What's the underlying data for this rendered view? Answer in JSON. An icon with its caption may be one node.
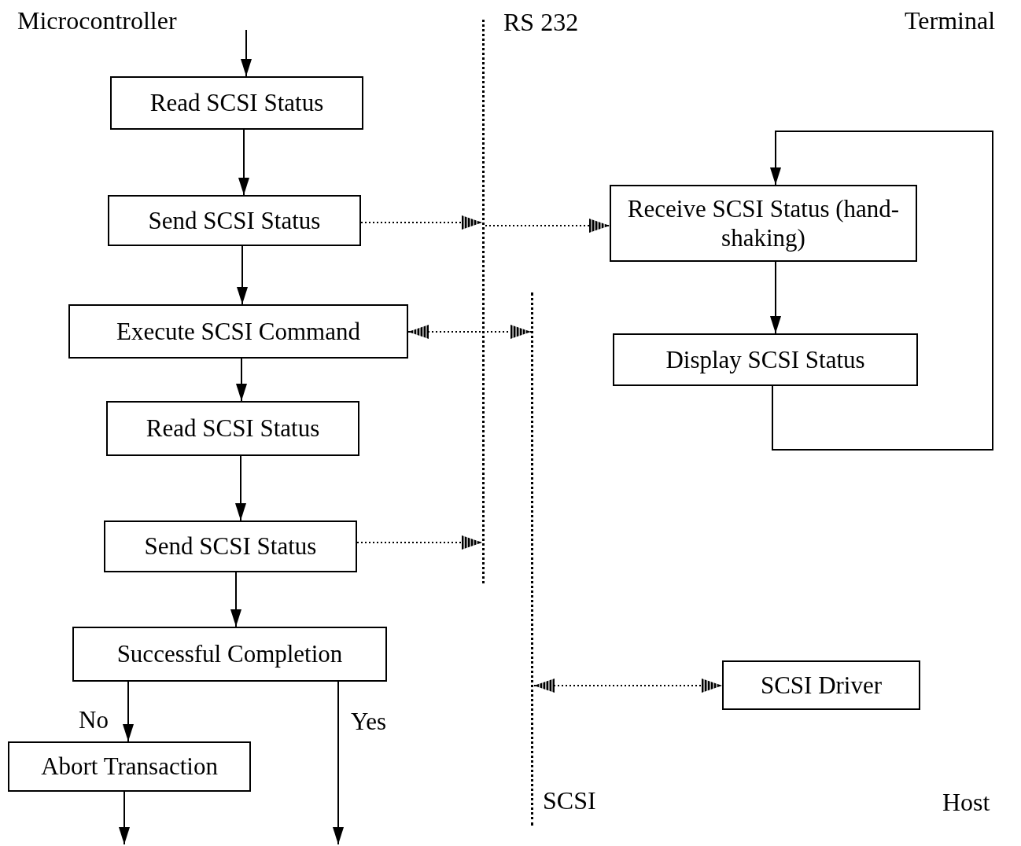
{
  "diagram": {
    "nodes": [
      {
        "text": [
          "Read SCSI Status"
        ]
      },
      {
        "text": [
          "Send SCSI Status"
        ]
      },
      {
        "text": [
          "Execute SCSI Command"
        ]
      },
      {
        "text": [
          "Read SCSI Status"
        ]
      },
      {
        "text": [
          "Send SCSI Status"
        ]
      },
      {
        "text": [
          "Successful Completion"
        ]
      },
      {
        "text": [
          "Abort Transaction"
        ]
      },
      {
        "text": [],
        "shape": "bar",
        "beside": [
          "RS 232"
        ]
      },
      {
        "text": [],
        "shape": "bar",
        "beside": [
          "SCSI"
        ]
      },
      {
        "text": [
          "Receive SCSI Status (hand-shaking)"
        ]
      },
      {
        "text": [
          "Display SCSI Status"
        ]
      },
      {
        "text": [
          "SCSI Driver"
        ]
      }
    ],
    "edges": [
      {
        "from": null,
        "to": 0,
        "arrow": "to"
      },
      {
        "from": 0,
        "to": 1,
        "arrow": "to"
      },
      {
        "from": 1,
        "to": 2,
        "arrow": "to"
      },
      {
        "from": 2,
        "to": 3,
        "arrow": "to"
      },
      {
        "from": 3,
        "to": 4,
        "arrow": "to"
      },
      {
        "from": 4,
        "to": 5,
        "arrow": "to"
      },
      {
        "from": 5,
        "to": 6,
        "arrow": "to",
        "label": "No"
      },
      {
        "from": 5,
        "to": null,
        "arrow": "to",
        "label": "Yes"
      },
      {
        "from": 6,
        "to": null,
        "arrow": "to"
      },
      {
        "from": 1,
        "to": 7,
        "arrow": "to",
        "style": "dashed"
      },
      {
        "from": 7,
        "to": 9,
        "arrow": "to",
        "style": "dashed"
      },
      {
        "from": 2,
        "to": 8,
        "arrow": "both",
        "style": "dashed"
      },
      {
        "from": 4,
        "to": 7,
        "arrow": "to",
        "style": "dashed"
      },
      {
        "from": 8,
        "to": 11,
        "arrow": "both",
        "style": "dashed"
      },
      {
        "from": 9,
        "to": 10,
        "arrow": "to"
      },
      {
        "from": 10,
        "to": 9,
        "arrow": "to"
      }
    ],
    "labels": [
      "Microcontroller",
      "Terminal",
      "Host"
    ]
  }
}
